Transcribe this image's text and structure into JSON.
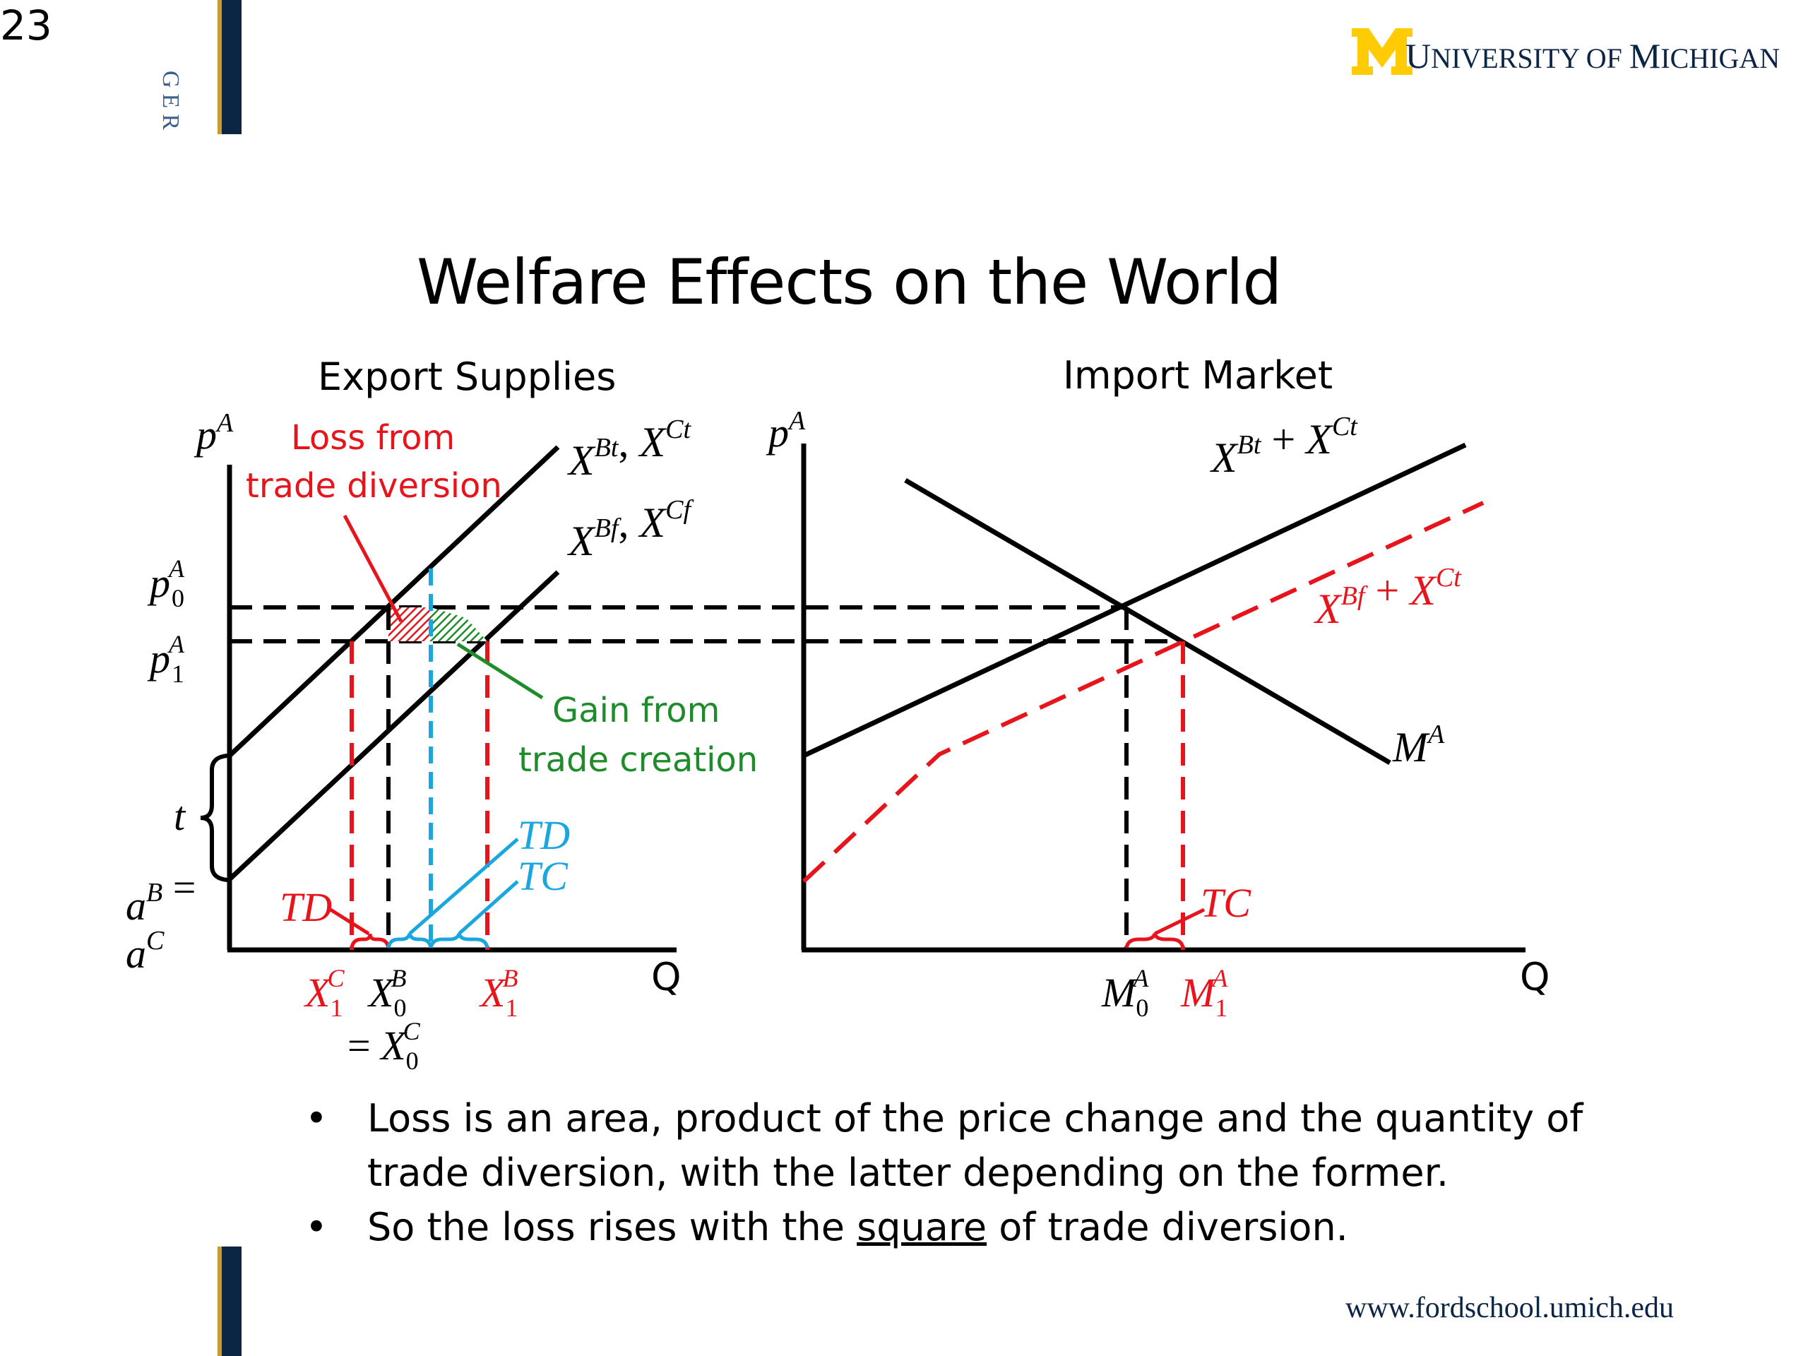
{
  "slide_number": "23",
  "branding": {
    "vertical_tag": "GER",
    "university_name_initial": "U",
    "university_name_rest": "NIVERSITY OF ",
    "university_name_initial2": "M",
    "university_name_rest2": "ICHIGAN",
    "logo_letter": "M",
    "footer_url": "www.fordschool.umich.edu",
    "colors": {
      "maize": "#FFCB05",
      "navy": "#0d2545",
      "gold": "#c99a2e"
    }
  },
  "title": "Welfare Effects on the World",
  "left_panel": {
    "title": "Export Supplies",
    "y_axis": {
      "base": "p",
      "sup": "A"
    },
    "x_axis": "Q",
    "price_p0": {
      "base": "p",
      "sub": "0",
      "sup": "A"
    },
    "price_p1": {
      "base": "p",
      "sub": "1",
      "sup": "A"
    },
    "curve_upper": "X^Bt, X^Ct",
    "curve_lower": "X^Bf, X^Cf",
    "t_label": "t",
    "intercept_line1": "a^B =",
    "intercept_line2": "a^C",
    "loss_label_1": "Loss from",
    "loss_label_2": "trade diversion",
    "gain_label_1": "Gain from",
    "gain_label_2": "trade creation",
    "td_red": "TD",
    "td_blue": "TD",
    "tc_blue": "TC",
    "x_ticks": [
      "X_1^C",
      "X_0^B",
      "X_1^B"
    ],
    "x_tick_extra": "= X_0^C"
  },
  "right_panel": {
    "title": "Import Market",
    "y_axis": {
      "base": "p",
      "sup": "A"
    },
    "x_axis": "Q",
    "curve_supply_t": "X^Bt + X^Ct",
    "curve_supply_f": "X^Bf + X^Ct",
    "curve_demand": "M^A",
    "tc_label": "TC",
    "x_ticks": [
      "M_0^A",
      "M_1^A"
    ]
  },
  "bullets": [
    {
      "text": "Loss is an area, product of the price change and the quantity of trade diversion, with the latter depending on the former."
    },
    {
      "pre": "So the loss rises with the ",
      "underlined": "square",
      "post": " of trade diversion."
    }
  ]
}
